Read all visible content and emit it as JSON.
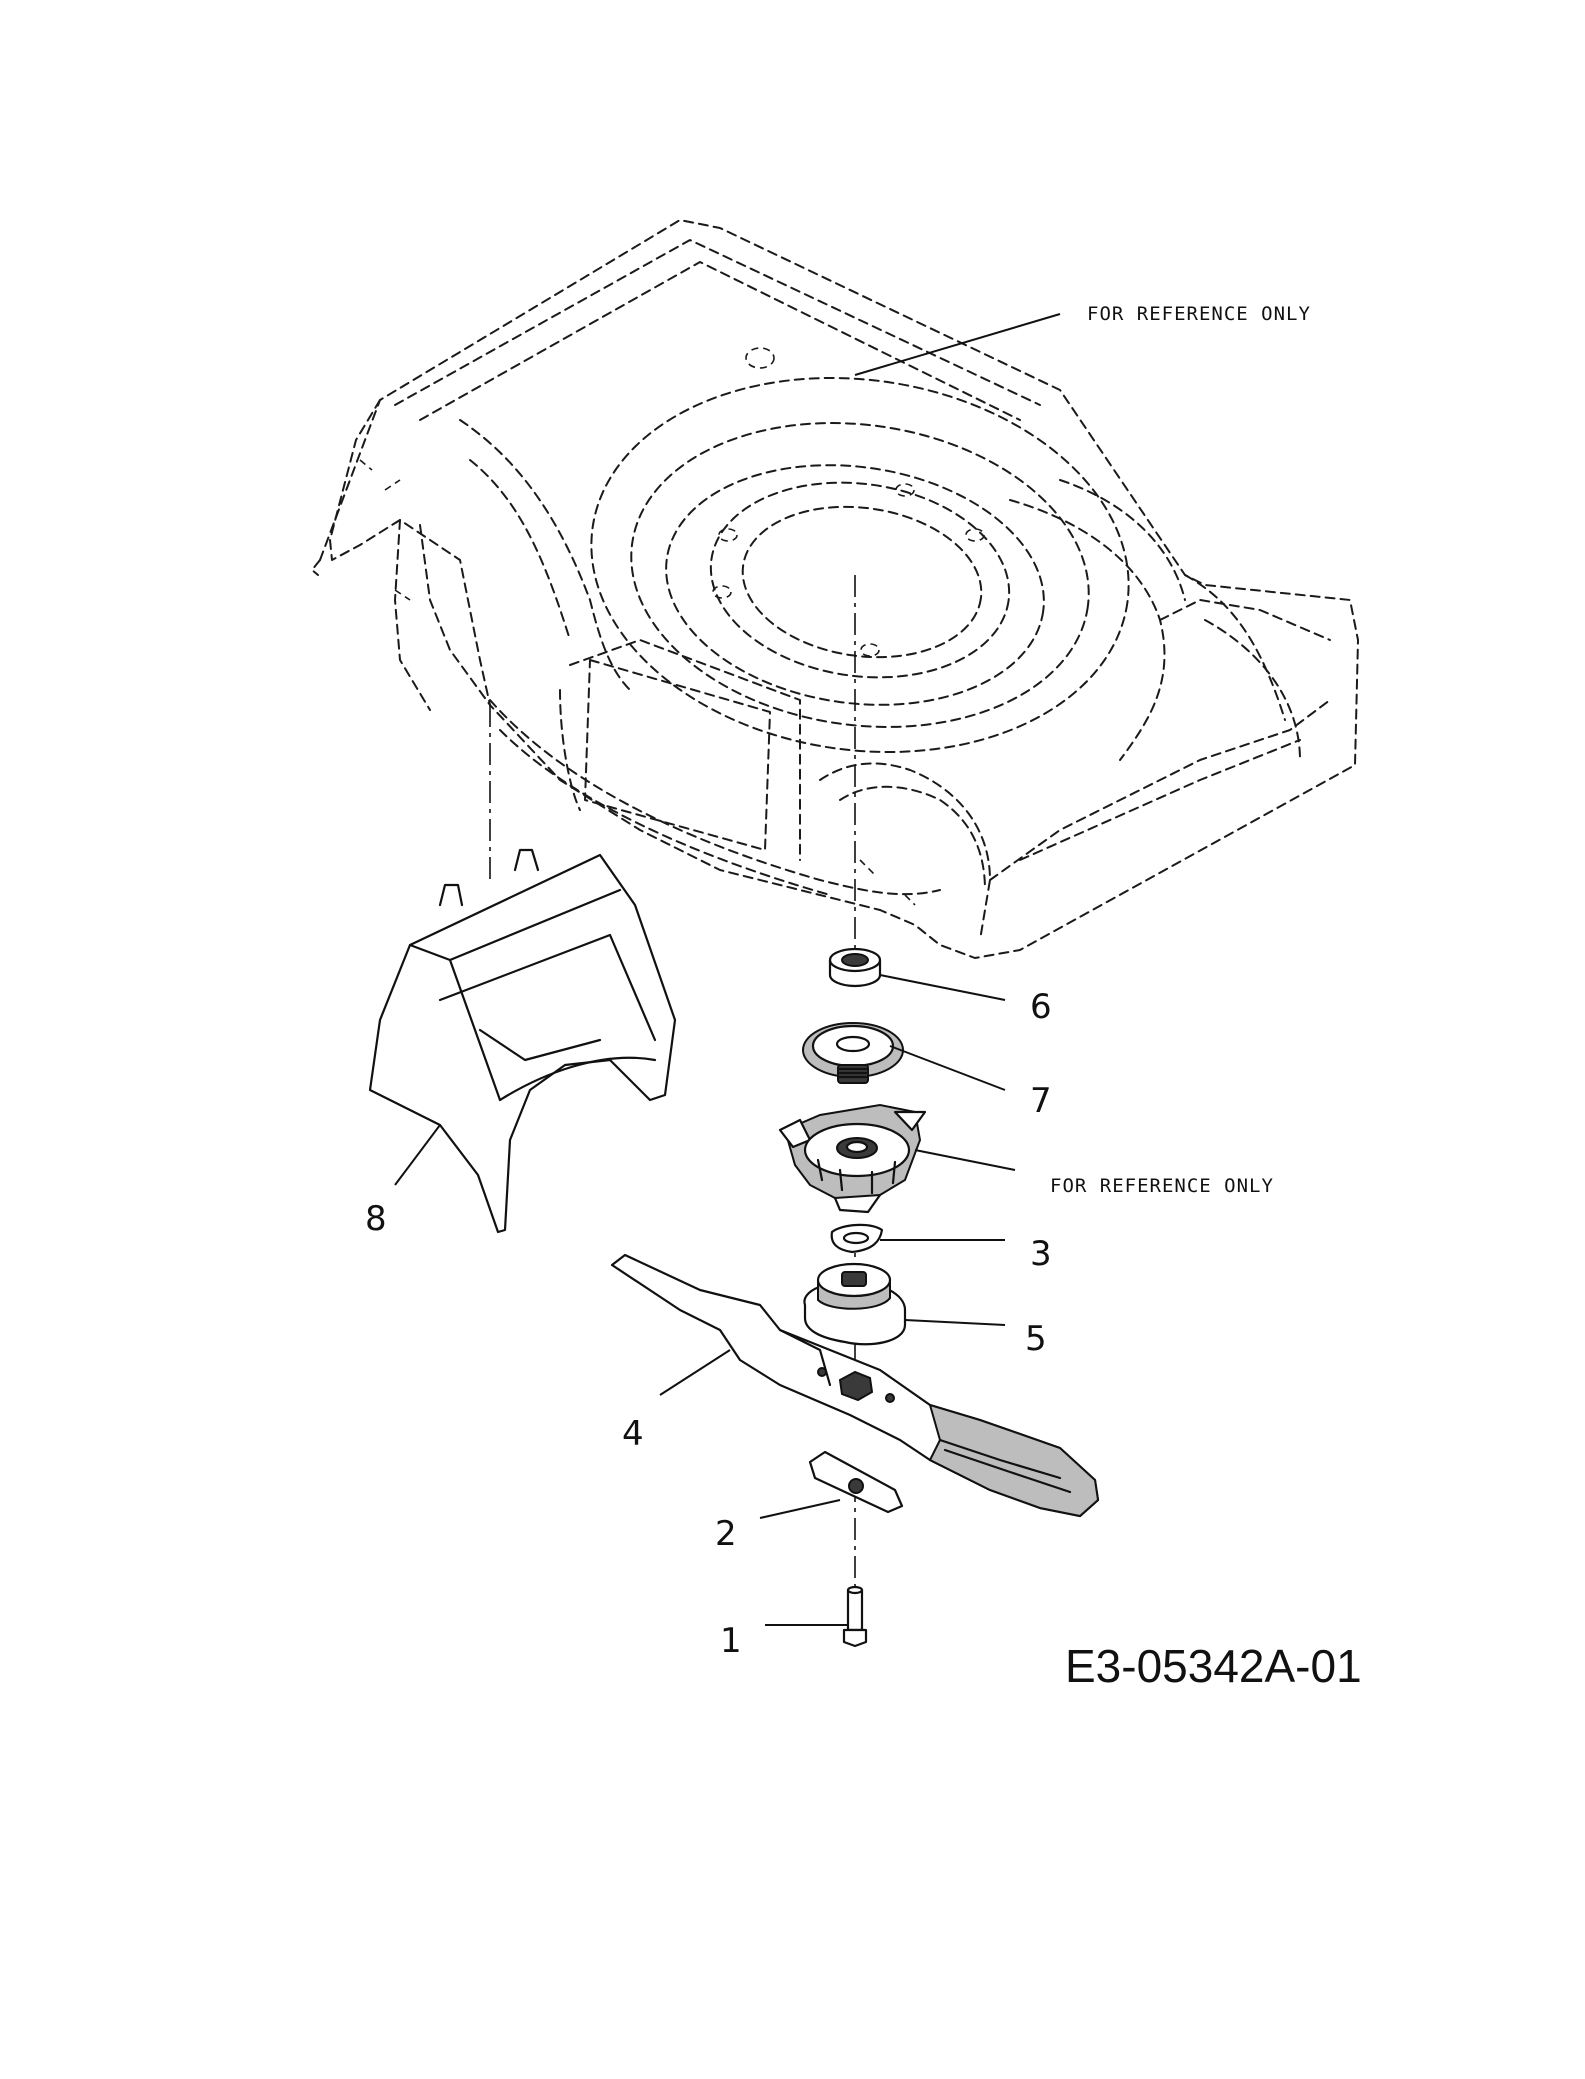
{
  "notes": {
    "deck_reference": "FOR REFERENCE ONLY",
    "adapter_reference": "FOR REFERENCE ONLY"
  },
  "callouts": [
    {
      "id": "1"
    },
    {
      "id": "2"
    },
    {
      "id": "3"
    },
    {
      "id": "4"
    },
    {
      "id": "5"
    },
    {
      "id": "6"
    },
    {
      "id": "7"
    },
    {
      "id": "8"
    }
  ],
  "drawing_number": "E3-05342A-01"
}
